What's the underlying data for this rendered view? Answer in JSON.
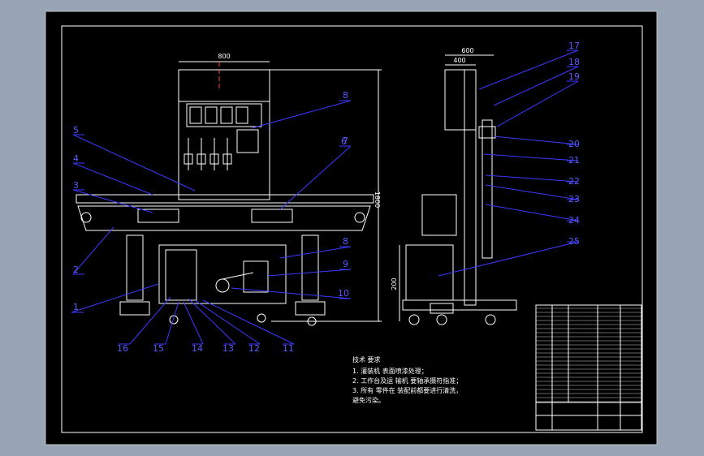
{
  "drawing": {
    "top_dims": {
      "front_width": "800",
      "side_a": "600",
      "side_b": "400"
    },
    "side_dims": {
      "front_height": "1800",
      "side_base": "200"
    },
    "part_numbers": [
      "1",
      "2",
      "3",
      "4",
      "5",
      "6",
      "7",
      "8",
      "9",
      "10",
      "11",
      "12",
      "13",
      "14",
      "15",
      "16",
      "17",
      "18",
      "19",
      "20",
      "21",
      "22",
      "23",
      "24",
      "25"
    ],
    "tech_requirements": {
      "heading": "技术 要求",
      "lines": [
        "1. 灌装机 表面喷漆处理；",
        "2. 工作台及运 输机 要轴承摄符指准；",
        "3. 所有 零件在 装配前都要进行清洗，",
        "   避免污染。"
      ]
    },
    "colors": {
      "background": "#98a4b4",
      "sheet": "#000000",
      "lines": "#ffffff",
      "leaders": "#3a3aff",
      "labels": "#5a5aff"
    }
  }
}
